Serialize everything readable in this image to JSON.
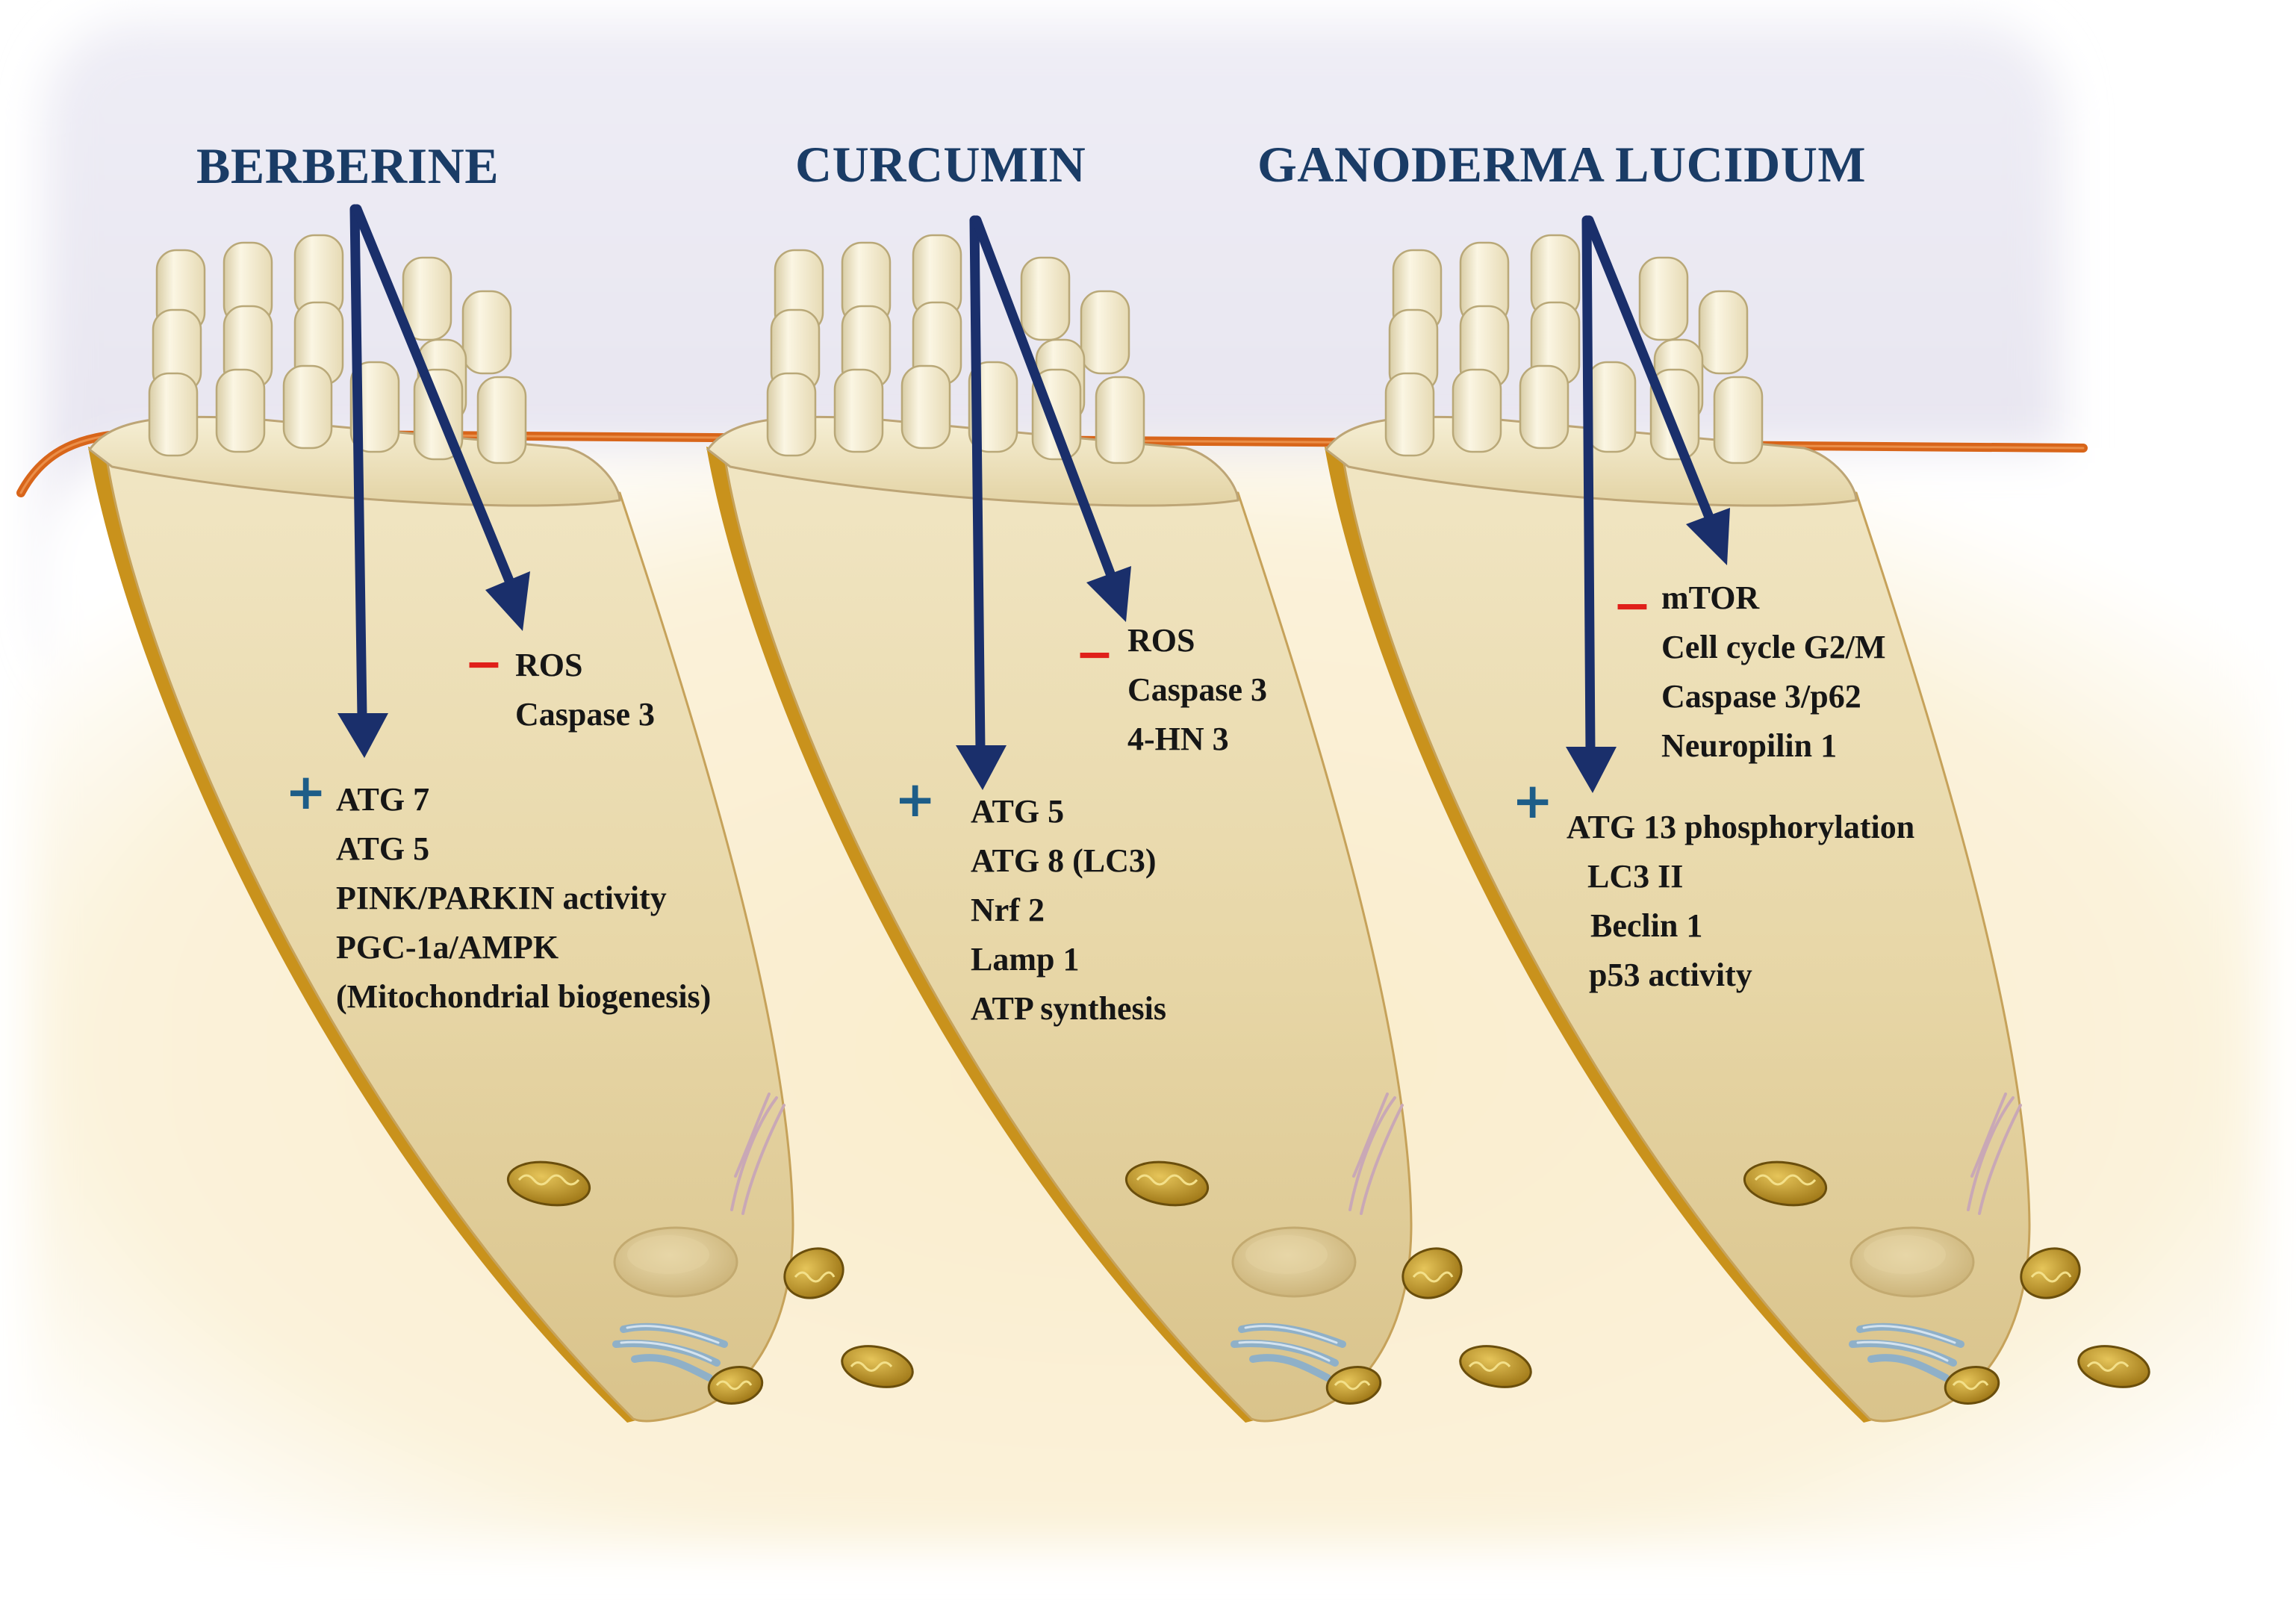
{
  "colors": {
    "compound_text": "#1a3c66",
    "arrow": "#1a2f6b",
    "plus_sign": "#1d5d88",
    "minus_sign": "#e0201a",
    "cell_body": "#e8d9ad",
    "cell_edge": "#c9921c",
    "membrane_line": "#d8651a",
    "background_top": "#ecebf4",
    "background_bottom": "#fbf3d8",
    "microvilli": "#f3ecd0",
    "mitochondria": "#c6a030",
    "golgi": "#8fb0c8",
    "fibers": "#c9a8b6"
  },
  "panels": [
    {
      "compound": "BERBERINE",
      "decrease_sign": "−",
      "decreases": [
        "ROS",
        "Caspase 3"
      ],
      "increase_sign": "+",
      "increases": [
        "ATG  7",
        "ATG  5",
        "PINK/PARKIN   activity",
        "PGC-1a/AMPK",
        "(Mitochondrial biogenesis)"
      ]
    },
    {
      "compound": "CURCUMIN",
      "decrease_sign": "−",
      "decreases": [
        "ROS",
        "Caspase 3",
        "4-HN 3"
      ],
      "increase_sign": "+",
      "increases": [
        "ATG  5",
        "ATG  8 (LC3)",
        "Nrf 2",
        "Lamp  1",
        "ATP  synthesis"
      ]
    },
    {
      "compound": "GANODERMA LUCIDUM",
      "decrease_sign": "−",
      "decreases": [
        "mTOR",
        "Cell cycle G2/M",
        "Caspase  3/p62",
        "Neuropilin 1"
      ],
      "increase_sign": "+",
      "increases": [
        "ATG  13 phosphorylation",
        "LC3 II",
        "Beclin 1",
        "p53 activity"
      ]
    }
  ]
}
